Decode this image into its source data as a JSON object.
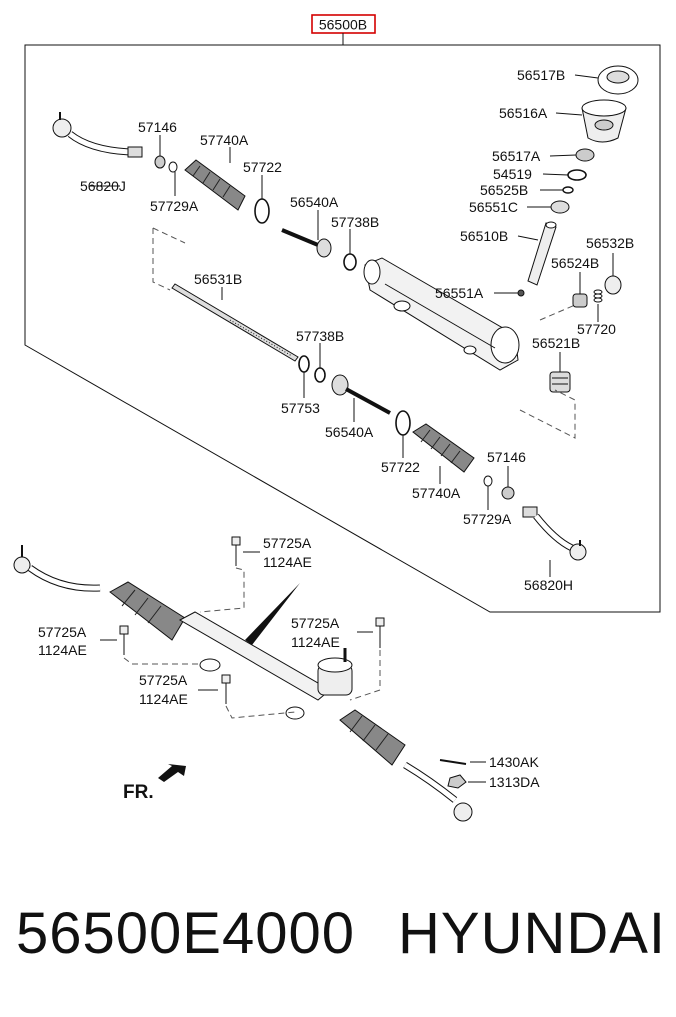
{
  "header_part": "56500B",
  "parts": {
    "p56517B": "56517B",
    "p56516A": "56516A",
    "p56517A": "56517A",
    "p54519": "54519",
    "p56525B": "56525B",
    "p56551C": "56551C",
    "p56510B": "56510B",
    "p56532B": "56532B",
    "p56524B": "56524B",
    "p56551A": "56551A",
    "p57720": "57720",
    "p56521B": "56521B",
    "p57146_top": "57146",
    "p57740A_top": "57740A",
    "p57722_top": "57722",
    "p56820J": "56820J",
    "p57729A_top": "57729A",
    "p56540A_top": "56540A",
    "p57738B_top": "57738B",
    "p56531B": "56531B",
    "p57738B_mid": "57738B",
    "p57753": "57753",
    "p56540A_mid": "56540A",
    "p57722_mid": "57722",
    "p57740A_mid": "57740A",
    "p57146_mid": "57146",
    "p57729A_mid": "57729A",
    "p56820H": "56820H",
    "p57725A_1": "57725A",
    "p1124AE_1": "1124AE",
    "p57725A_2": "57725A",
    "p1124AE_2": "1124AE",
    "p57725A_3": "57725A",
    "p1124AE_3": "1124AE",
    "p57725A_4": "57725A",
    "p1124AE_4": "1124AE",
    "p1430AK": "1430AK",
    "p1313DA": "1313DA"
  },
  "direction_label": "FR.",
  "footer": {
    "part_number": "56500E4000",
    "brand": "HYUNDAI"
  },
  "colors": {
    "header_box": "#d40000",
    "line": "#111111"
  }
}
